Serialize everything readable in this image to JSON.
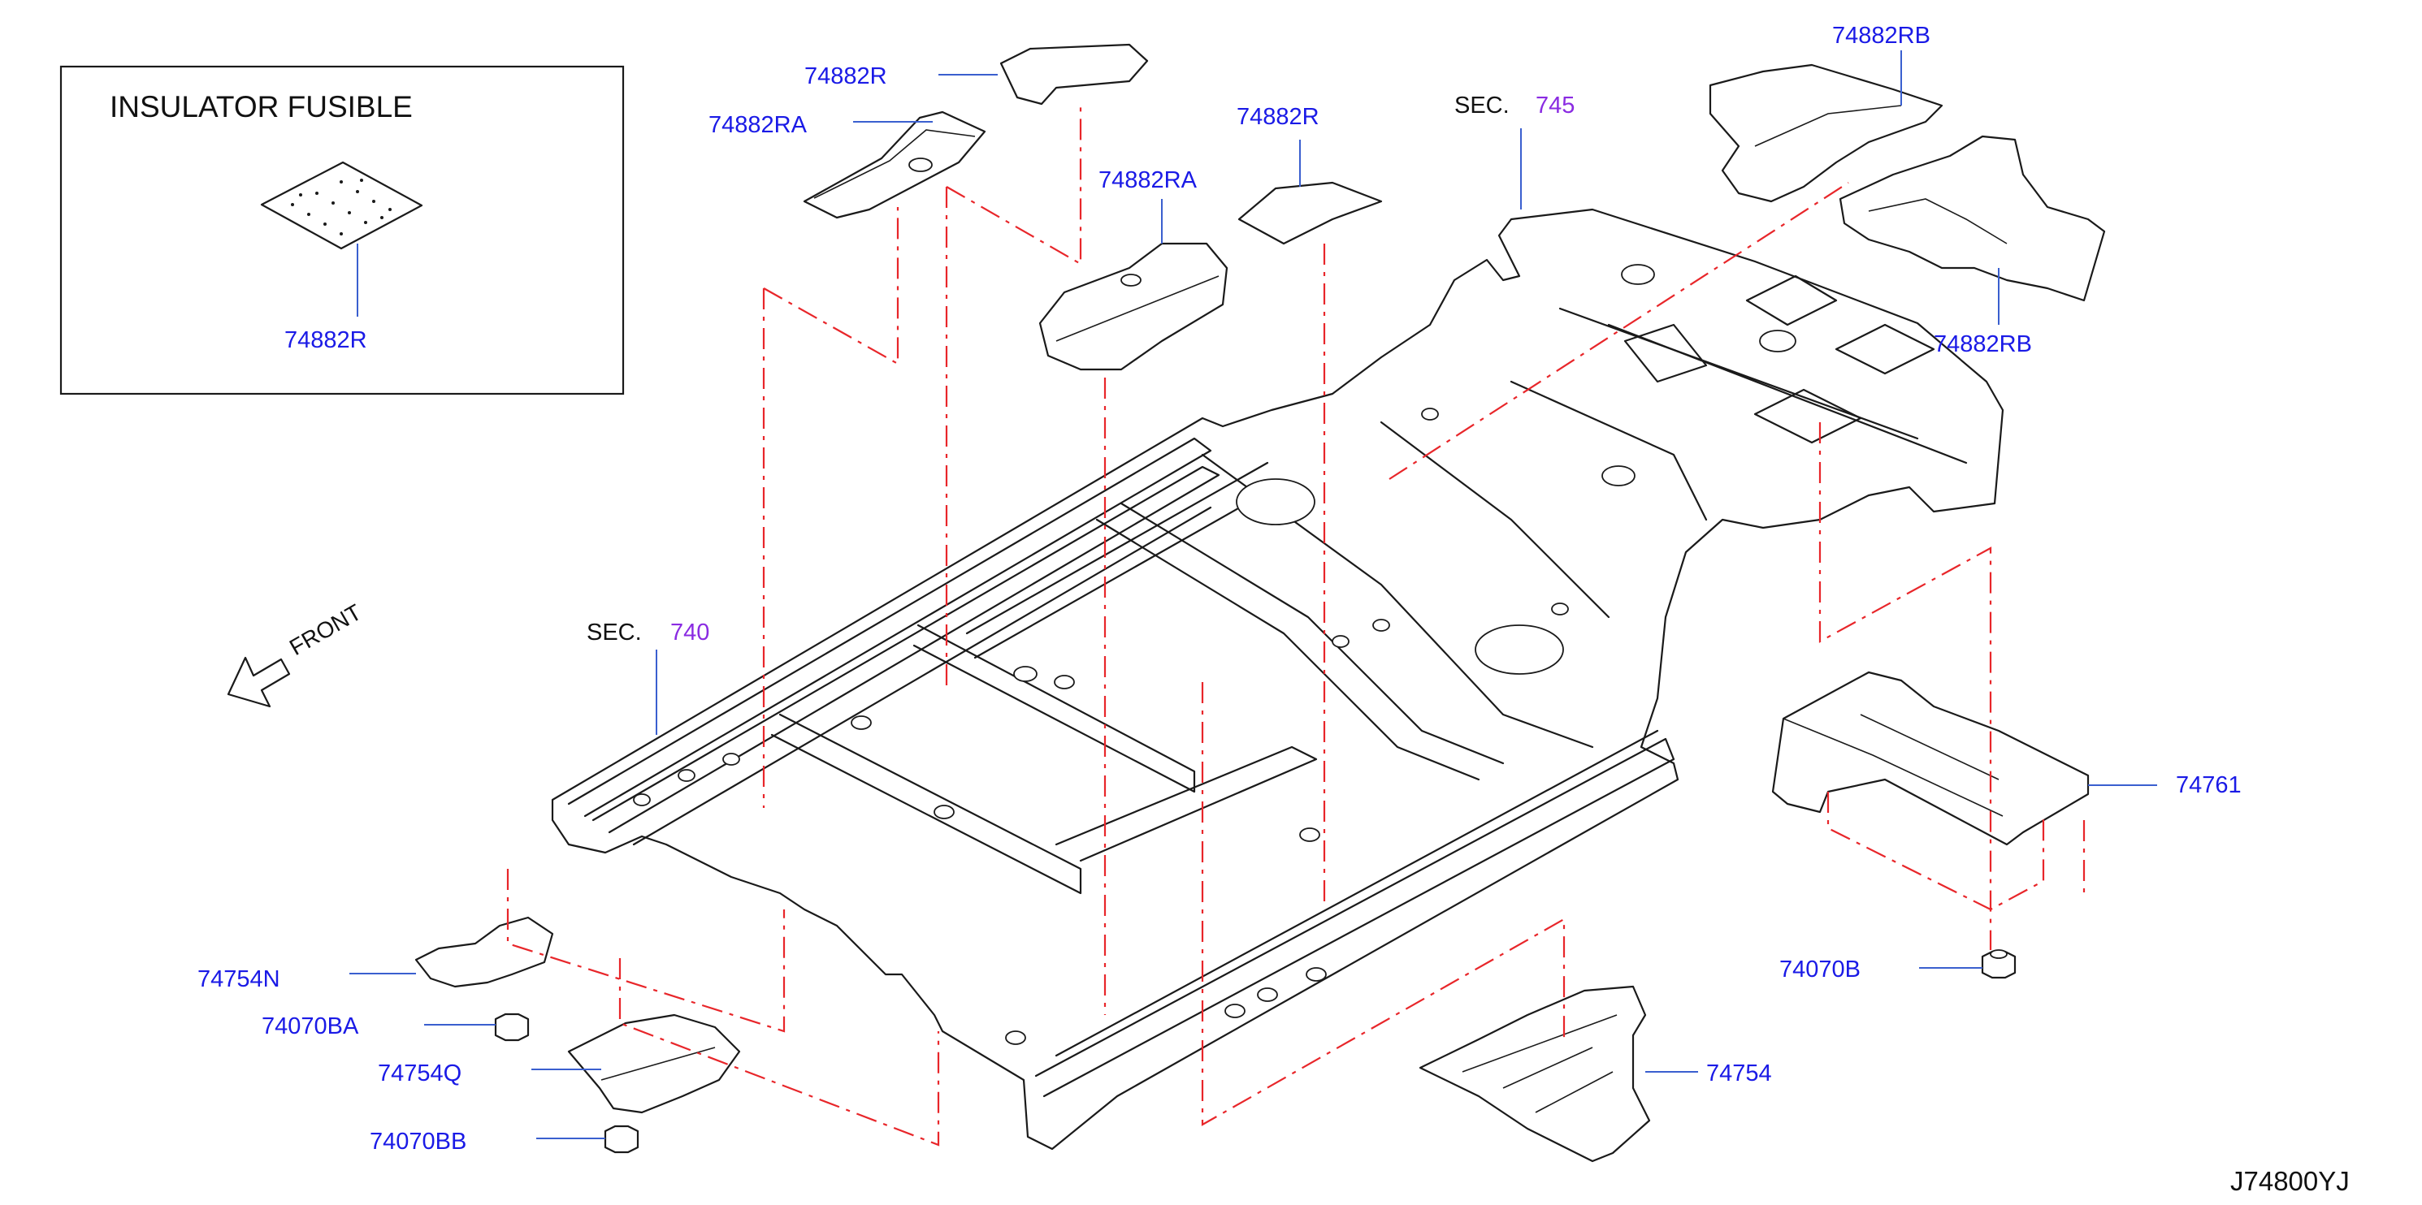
{
  "inset": {
    "title": "INSULATOR  FUSIBLE",
    "part": "74882R"
  },
  "labels": {
    "p74882R_a": "74882R",
    "p74882RA_a": "74882RA",
    "p74882R_b": "74882R",
    "p74882RA_b": "74882RA",
    "p74882RB_a": "74882RB",
    "p74882RB_b": "74882RB",
    "p74761": "74761",
    "p74070B": "74070B",
    "p74754N": "74754N",
    "p74070BA": "74070BA",
    "p74754Q": "74754Q",
    "p74070BB": "74070BB",
    "p74754": "74754"
  },
  "sections": {
    "sec745_prefix": "SEC.",
    "sec745_num": "745",
    "sec740_prefix": "SEC.",
    "sec740_num": "740"
  },
  "front_label": "FRONT",
  "diagram_code": "J74800YJ",
  "colors": {
    "part_number": "#1a1ae6",
    "section_number": "#8a2be2",
    "dash_line": "#e8262a",
    "leader": "#3a5fcf"
  }
}
